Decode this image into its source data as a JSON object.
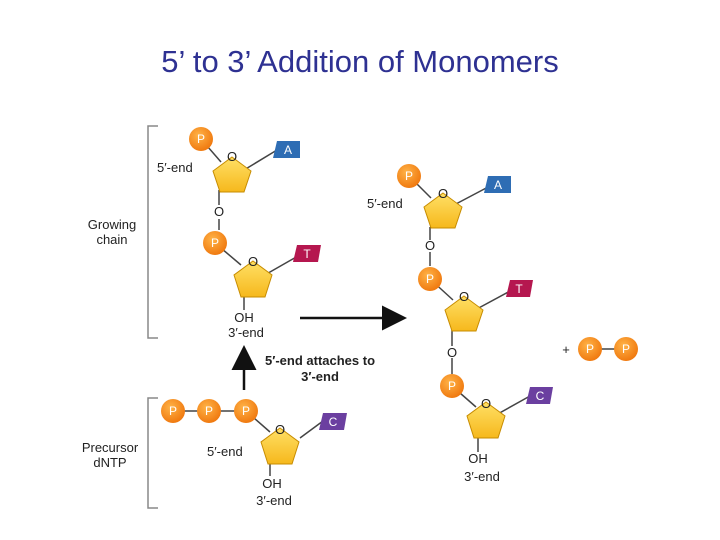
{
  "title": "5’ to 3’ Addition of Monomers",
  "labels": {
    "growing": [
      "Growing",
      "chain"
    ],
    "precursor": [
      "Precursor",
      "dNTP"
    ],
    "five_end": "5′-end",
    "three_end": "3′-end",
    "oh": "OH",
    "o": "O",
    "p": "P",
    "plus": "+",
    "attach": [
      "5′-end attaches to",
      "3′-end"
    ]
  },
  "bases": {
    "a": "A",
    "t": "T",
    "c": "C"
  },
  "colors": {
    "title": "#2e3192",
    "phosphate": "#f7941d",
    "sugar": "#fdc82f",
    "base_a": "#2e6db4",
    "base_t": "#b5174f",
    "base_c": "#6b3fa0"
  }
}
